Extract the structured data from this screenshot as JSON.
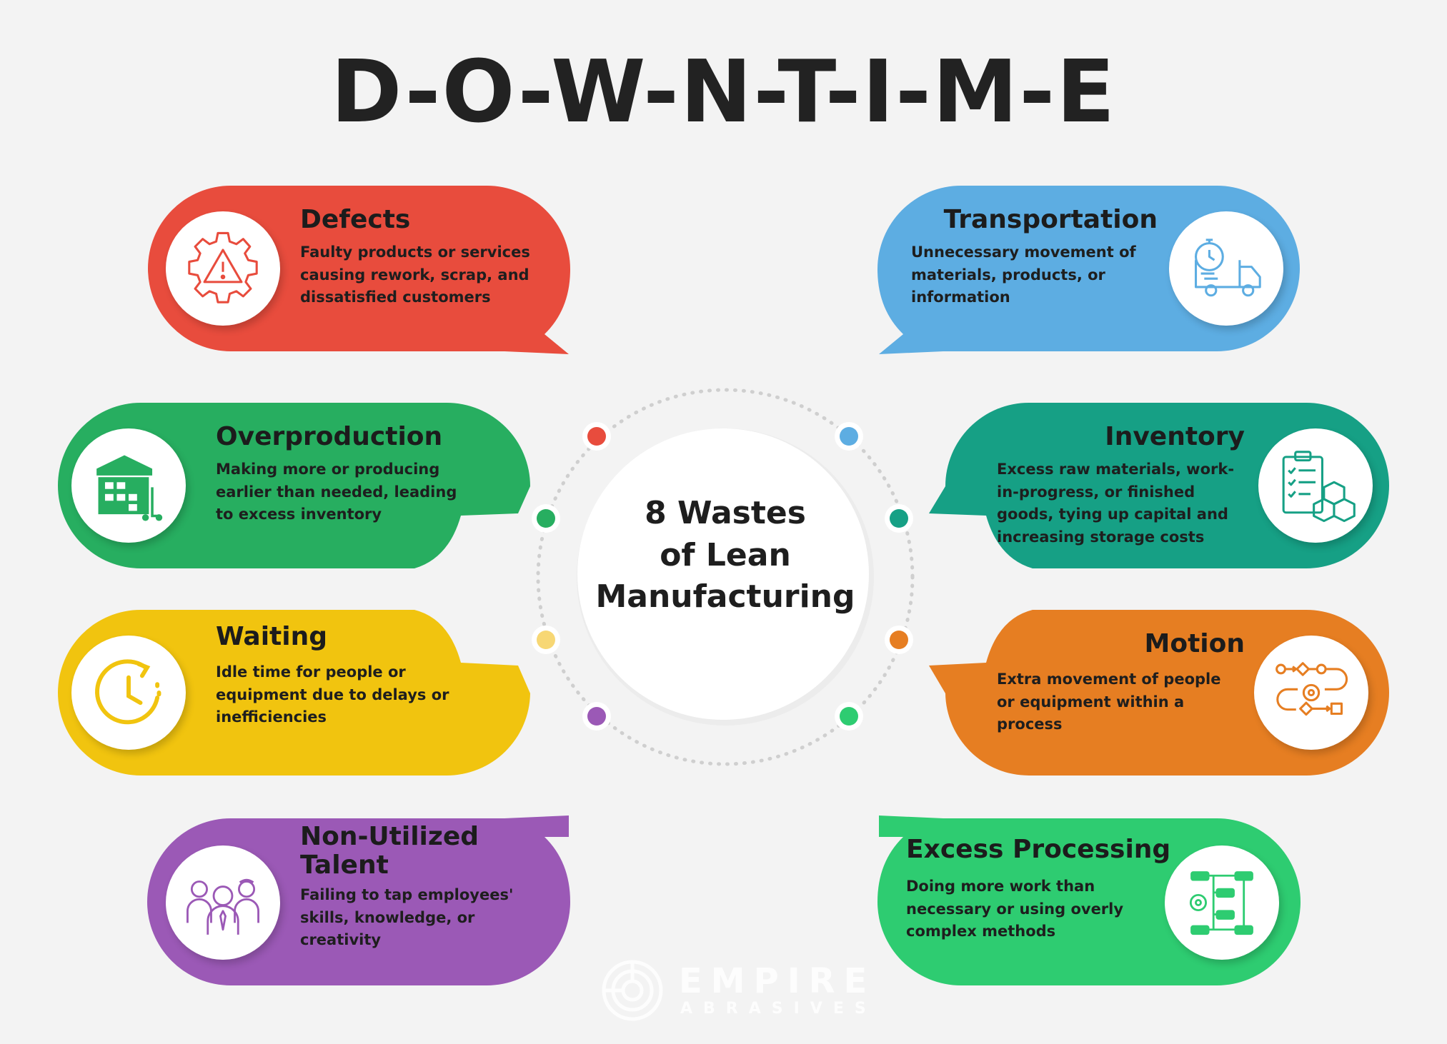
{
  "title": "D-O-W-N-T-I-M-E",
  "center": {
    "line1": "8 Wastes",
    "line2": "of Lean",
    "line3": "Manufacturing"
  },
  "colors": {
    "defects": "#e84c3d",
    "transportation": "#5dade2",
    "overproduction": "#27ae60",
    "inventory": "#16a085",
    "waiting": "#f1c40f",
    "motion": "#e67e22",
    "talent": "#9b59b6",
    "processing": "#2ecc71",
    "background": "#f3f3f3"
  },
  "wastes": {
    "defects": {
      "title": "Defects",
      "description": "Faulty products or services causing rework, scrap, and dissatisfied customers",
      "icon": "gear-warning-icon"
    },
    "transportation": {
      "title": "Transportation",
      "description": "Unnecessary movement of materials, products, or information",
      "icon": "delivery-truck-icon"
    },
    "overproduction": {
      "title": "Overproduction",
      "description": "Making more or producing earlier than needed, leading to excess inventory",
      "icon": "warehouse-icon"
    },
    "inventory": {
      "title": "Inventory",
      "description": "Excess raw materials, work-in-progress, or finished goods, tying up capital and increasing storage costs",
      "icon": "clipboard-boxes-icon"
    },
    "waiting": {
      "title": "Waiting",
      "description": "Idle time for people or equipment due to delays or inefficiencies",
      "icon": "clock-icon"
    },
    "motion": {
      "title": "Motion",
      "description": "Extra movement of people or equipment within a process",
      "icon": "process-flow-icon"
    },
    "talent": {
      "title": "Non-Utilized Talent",
      "description": "Failing to tap employees' skills, knowledge, or creativity",
      "icon": "people-icon"
    },
    "processing": {
      "title": "Excess Processing",
      "description": "Doing more work than necessary or using overly complex methods",
      "icon": "flowchart-gear-icon"
    }
  },
  "logo": {
    "name": "EMPIRE",
    "sub": "ABRASIVES"
  }
}
